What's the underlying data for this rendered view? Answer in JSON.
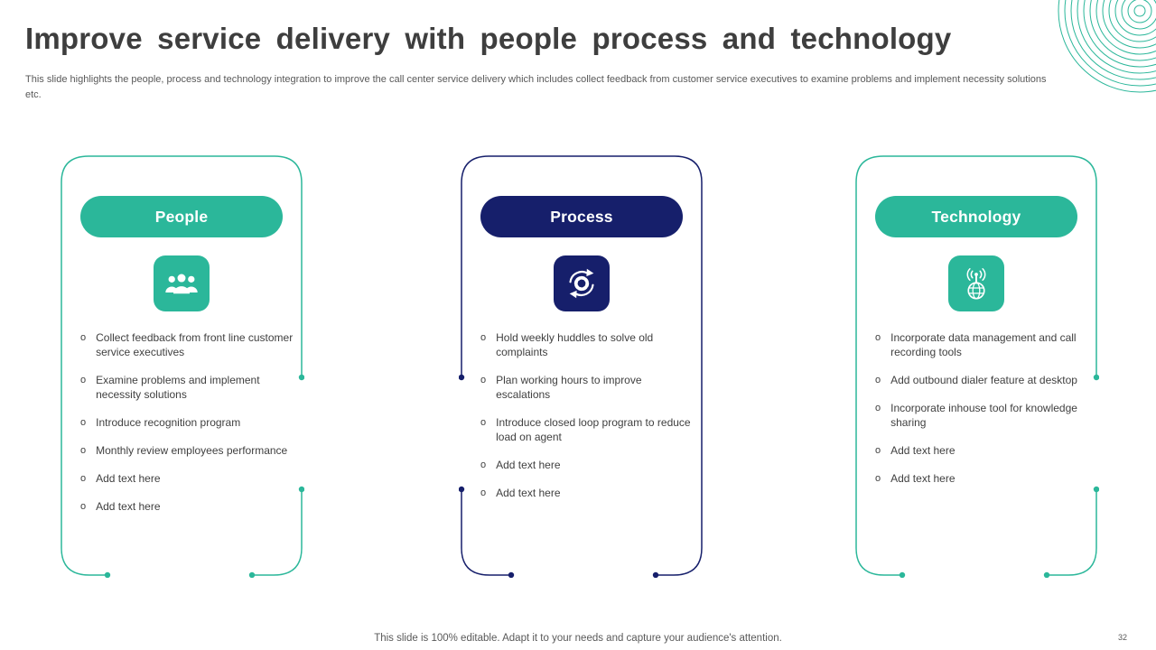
{
  "slide": {
    "title": "Improve service delivery with people process and technology",
    "subtitle": "This slide highlights the people, process and technology integration to improve the call center service delivery which includes collect feedback from customer service executives to examine problems and implement necessity solutions etc.",
    "footer": "This slide is 100% editable. Adapt it to your needs and capture your audience's attention.",
    "page_number": "32",
    "bullet": "o"
  },
  "colors": {
    "teal": "#2BB79A",
    "navy": "#161F6B",
    "title_text": "#3E3E3E",
    "body_text": "#404040",
    "muted_text": "#595959",
    "background": "#FFFFFF"
  },
  "columns": [
    {
      "label": "People",
      "icon": "people-icon",
      "accent": "teal",
      "items": [
        "Collect feedback from front line customer service executives",
        "Examine problems and implement necessity solutions",
        "Introduce recognition program",
        "Monthly review employees performance",
        "Add text here",
        "Add text here"
      ]
    },
    {
      "label": "Process",
      "icon": "gear-sync-icon",
      "accent": "navy",
      "items": [
        "Hold weekly huddles to solve old complaints",
        "Plan working hours to improve escalations",
        "Introduce closed loop program to reduce load on agent",
        "Add text here",
        "Add text here"
      ]
    },
    {
      "label": "Technology",
      "icon": "broadcast-globe-icon",
      "accent": "teal",
      "items": [
        "Incorporate data management and call recording tools",
        "Add outbound dialer feature at desktop",
        "Incorporate inhouse tool for knowledge sharing",
        "Add text here",
        "Add text here"
      ]
    }
  ]
}
